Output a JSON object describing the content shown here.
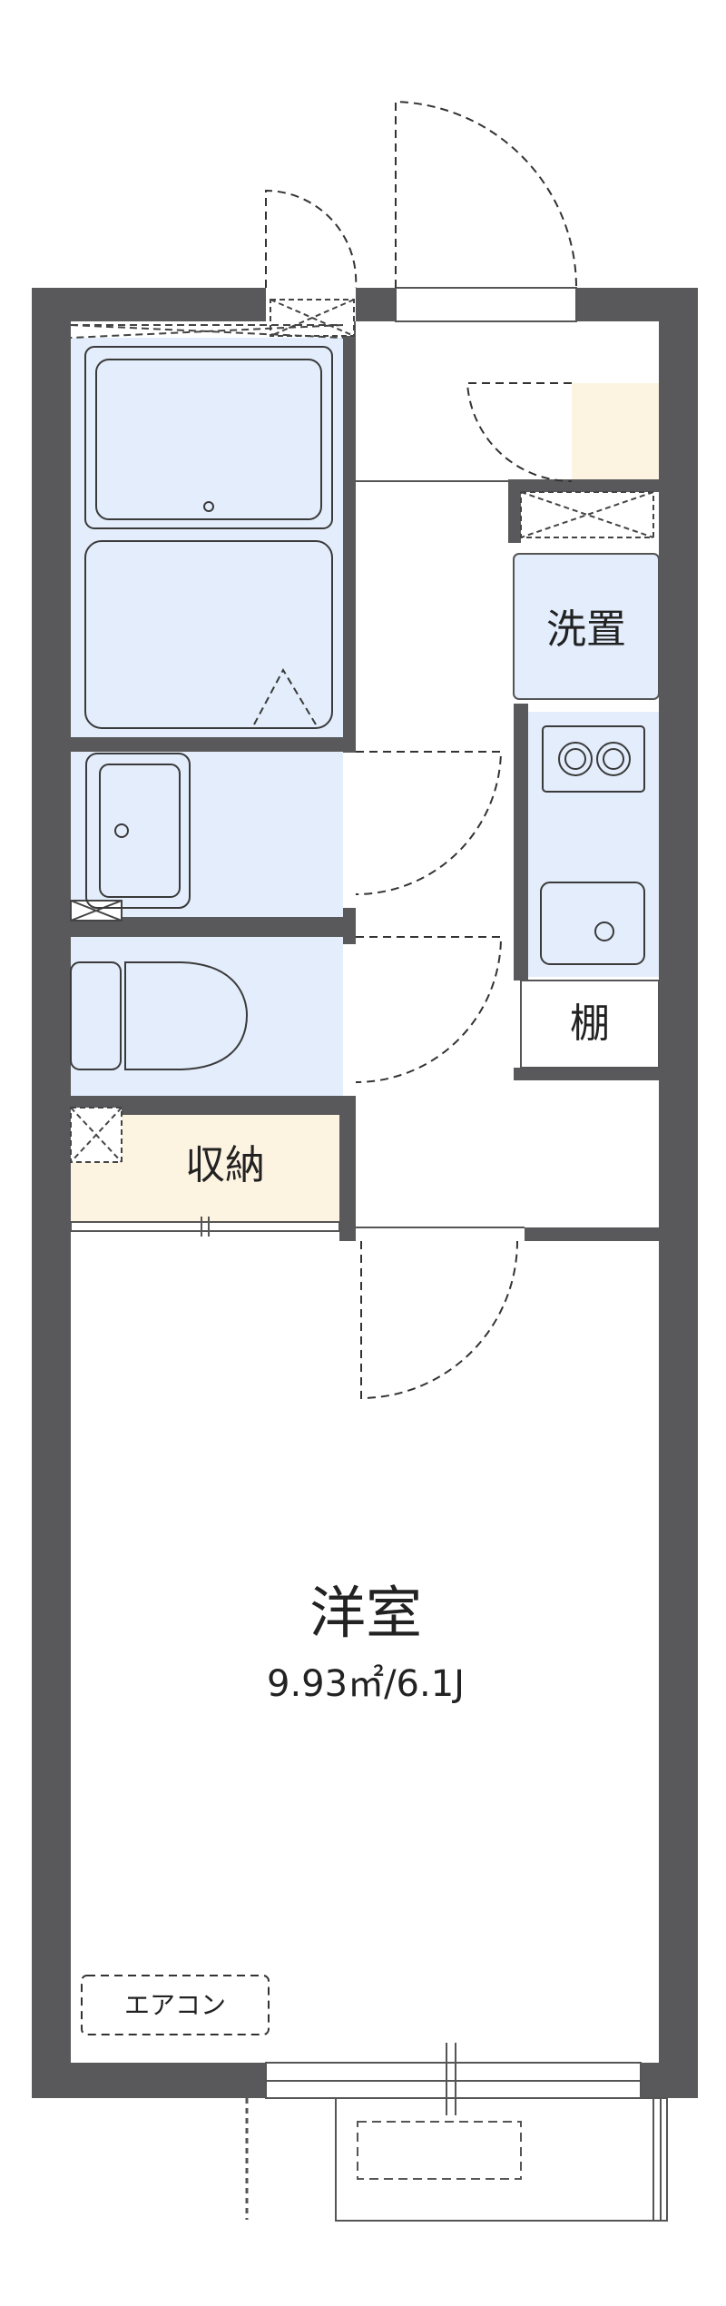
{
  "colors": {
    "wall": "#59595b",
    "wet_area": "#e3edfb",
    "storage": "#fdf3e1",
    "fixture_stroke": "#3a3a3a",
    "background": "#ffffff"
  },
  "rooms": {
    "western_room": {
      "label": "洋室",
      "area": "9.93㎡/6.1J"
    },
    "storage": {
      "label": "収納"
    },
    "laundry": {
      "label": "洗置"
    },
    "shelf": {
      "label": "棚"
    }
  },
  "fixtures": {
    "aircon_label": "エアコン"
  },
  "icons": [
    "bathtub-icon",
    "washbasin-icon",
    "toilet-icon",
    "stove-icon",
    "sink-icon",
    "pipe-shaft-icon"
  ]
}
